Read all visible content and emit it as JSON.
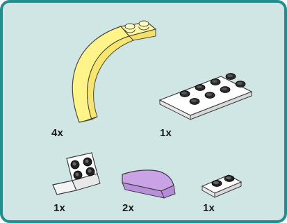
{
  "parts": [
    {
      "name": "arch-brick",
      "qty": "4x",
      "color": "#fff48a"
    },
    {
      "name": "plate-2x4",
      "qty": "1x",
      "color": "#ffffff"
    },
    {
      "name": "bracket-plate",
      "qty": "1x",
      "color": "#ffffff"
    },
    {
      "name": "curved-slope",
      "qty": "2x",
      "color": "#c9a3e6"
    },
    {
      "name": "plate-1x2",
      "qty": "1x",
      "color": "#ffffff"
    }
  ],
  "colors": {
    "frame_border": "#1f8f8e",
    "frame_fill": "#cfe6e4"
  }
}
